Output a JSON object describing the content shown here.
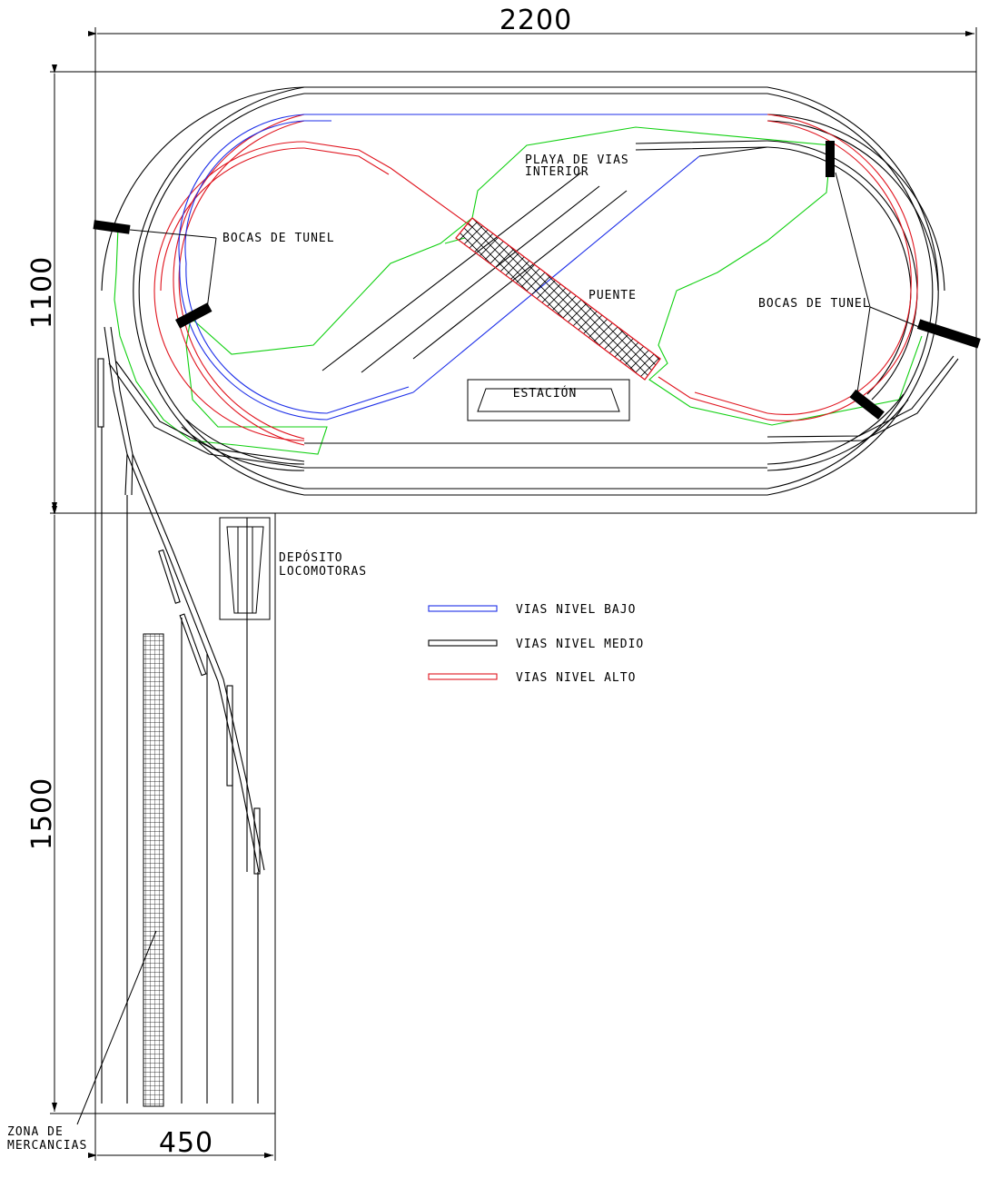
{
  "dimensions": {
    "top_width": "2200",
    "left_upper_height": "1100",
    "left_lower_height": "1500",
    "bottom_width": "450"
  },
  "labels": {
    "tunnel_mouths_left": "BOCAS DE TUNEL",
    "tunnel_mouths_right": "BOCAS DE TUNEL",
    "interior_yard_line1": "PLAYA DE VIAS",
    "interior_yard_line2": "INTERIOR",
    "bridge": "PUENTE",
    "station": "ESTACIÓN",
    "depot_line1": "DEPÓSITO",
    "depot_line2": "LOCOMOTORAS",
    "freight_line1": "ZONA DE",
    "freight_line2": "MERCANCIAS"
  },
  "legend": [
    {
      "label": "VIAS NIVEL BAJO",
      "color": "#1c2ee8"
    },
    {
      "label": "VIAS NIVEL MEDIO",
      "color": "#000000"
    },
    {
      "label": "VIAS NIVEL ALTO",
      "color": "#e0141e"
    }
  ],
  "colors": {
    "low_level": "#1c2ee8",
    "mid_level": "#000000",
    "high_level": "#e0141e",
    "scenery_outline": "#10d010"
  }
}
